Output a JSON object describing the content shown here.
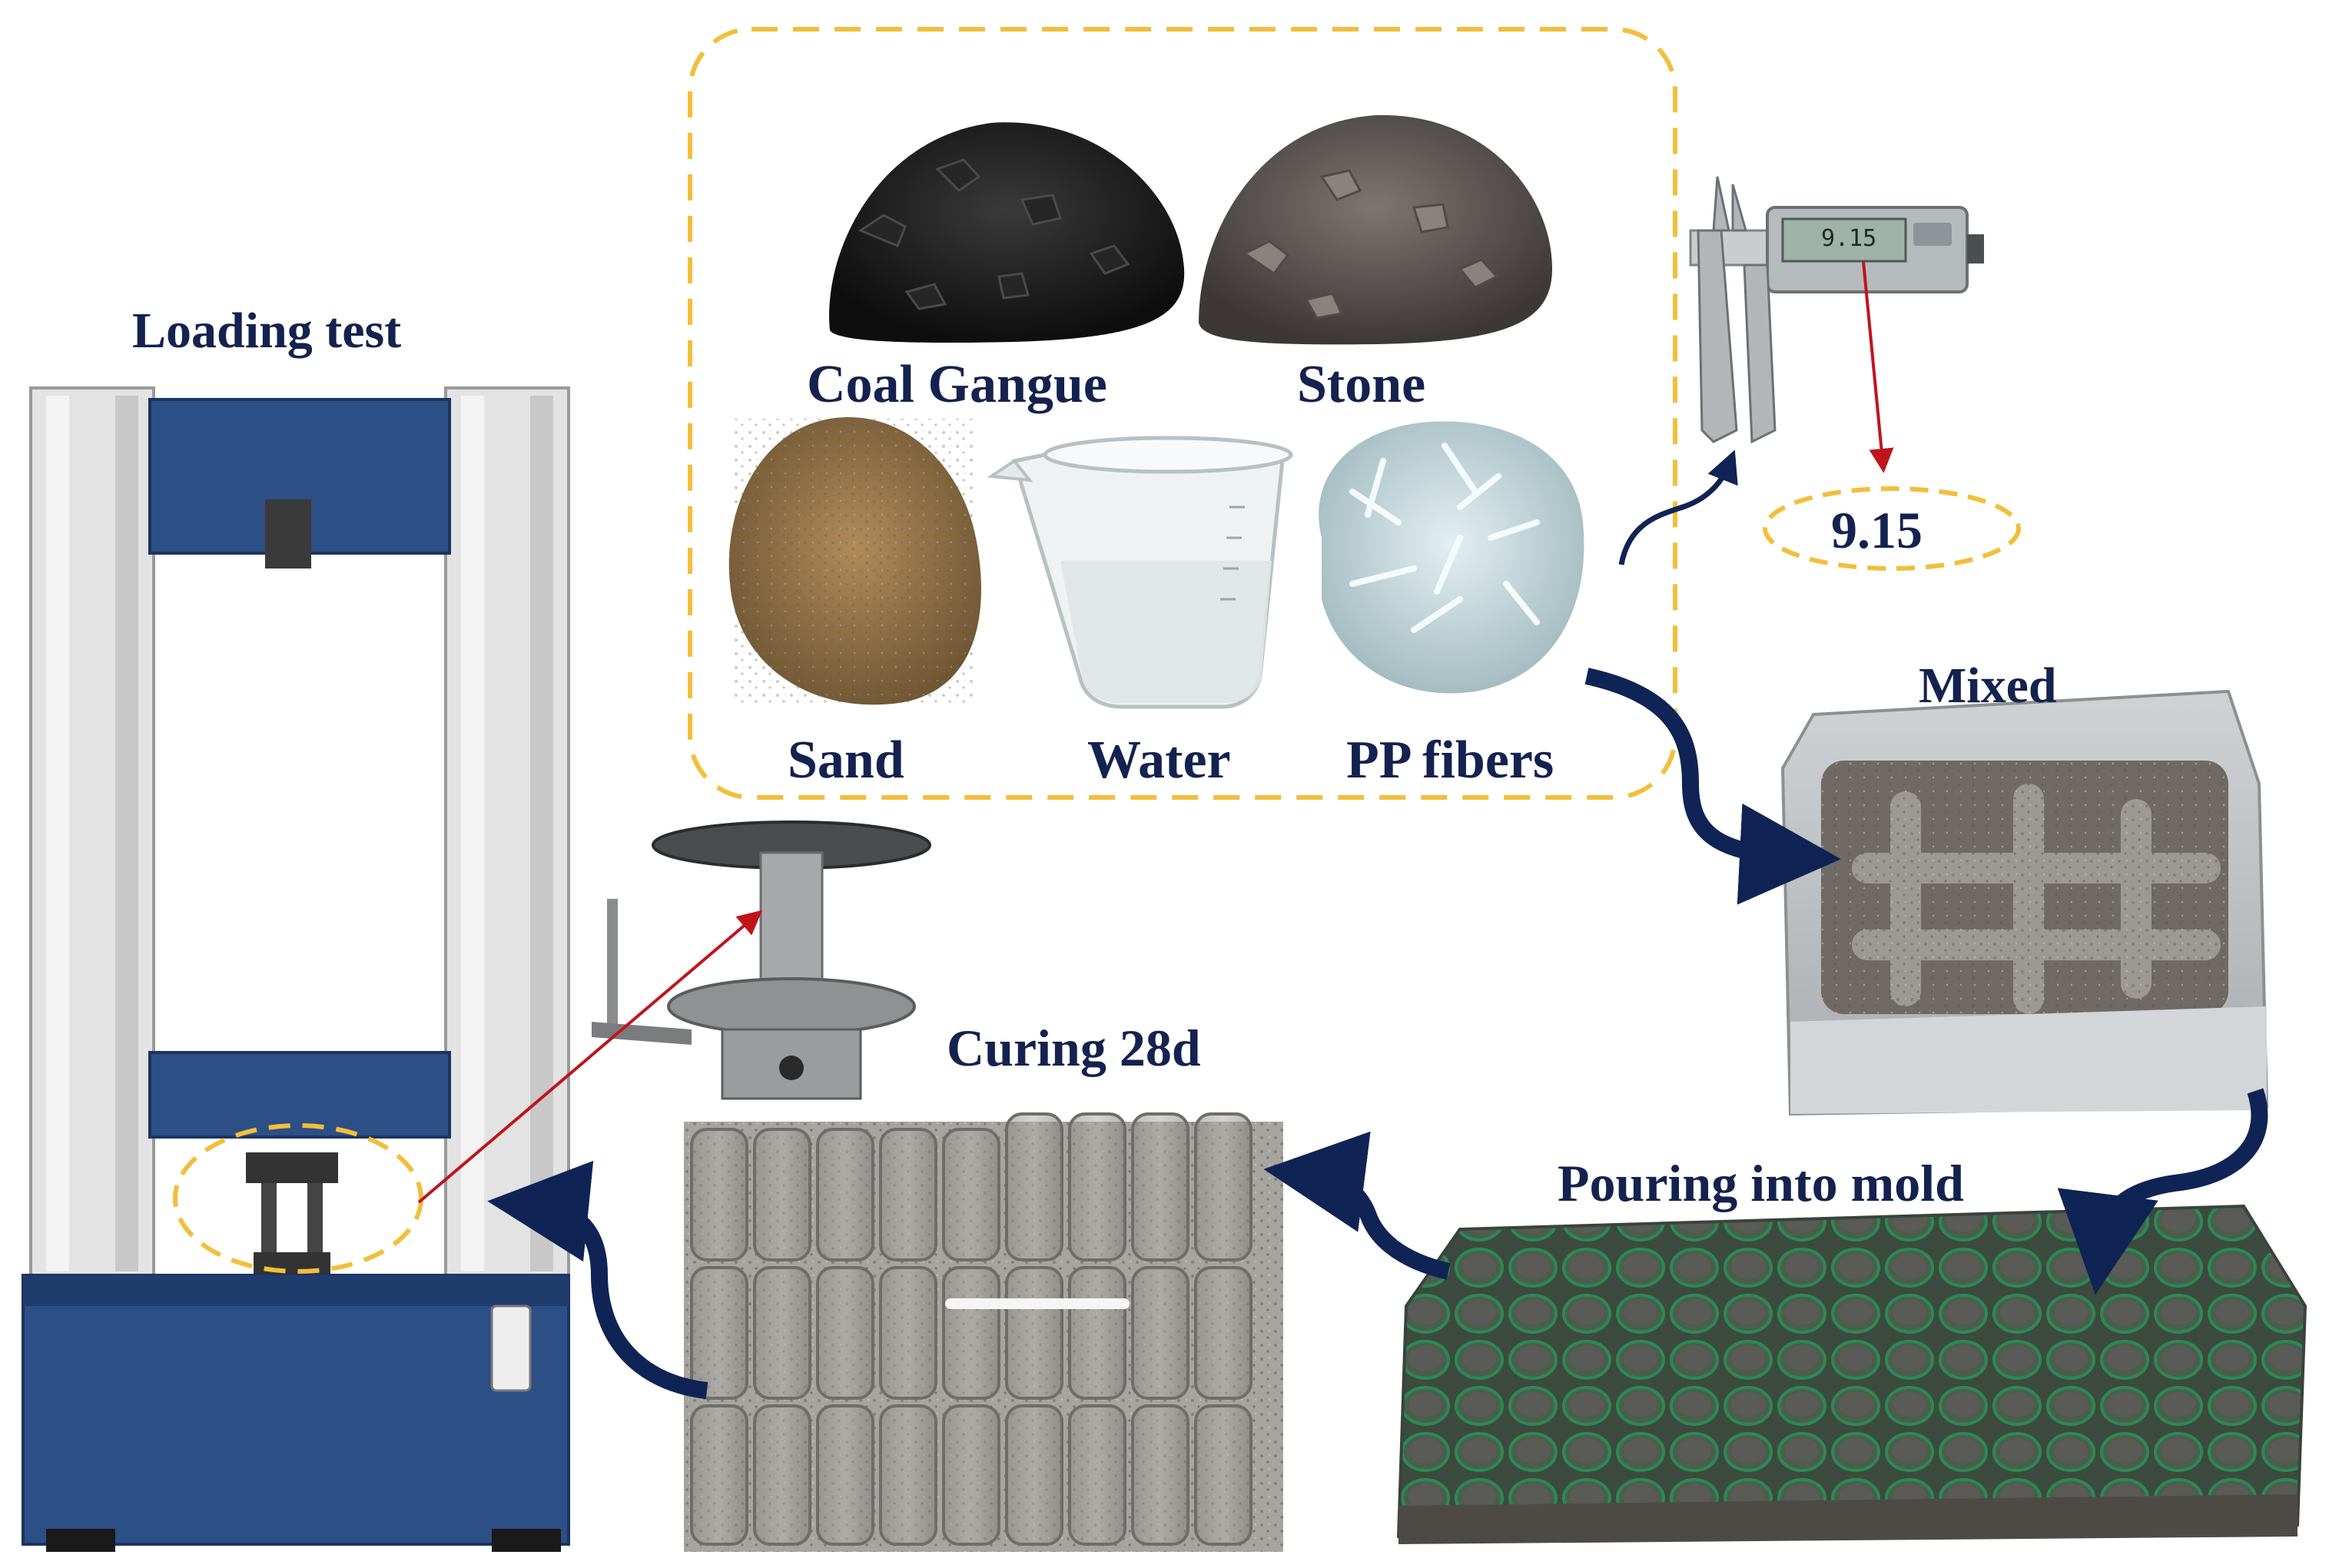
{
  "labels": {
    "loading_test": "Loading test",
    "coal_gangue": "Coal Gangue",
    "stone": "Stone",
    "sand": "Sand",
    "water": "Water",
    "pp_fibers": "PP fibers",
    "mixed": "Mixed",
    "curing": "Curing 28d",
    "pouring": "Pouring into mold",
    "caliper_reading": "9.15",
    "caliper_display": "9.15"
  },
  "colors": {
    "label_text": "#14224f",
    "flow_arrow": "#0f2455",
    "dashed_outline": "#f2bf3c",
    "pointer_line": "#c0141c",
    "machine_blue": "#2c4f86",
    "column_gray": "#dcdcdc"
  },
  "icons": {
    "materials_box": "dashed-rounded-rectangle",
    "flow": "curved-arrow"
  }
}
